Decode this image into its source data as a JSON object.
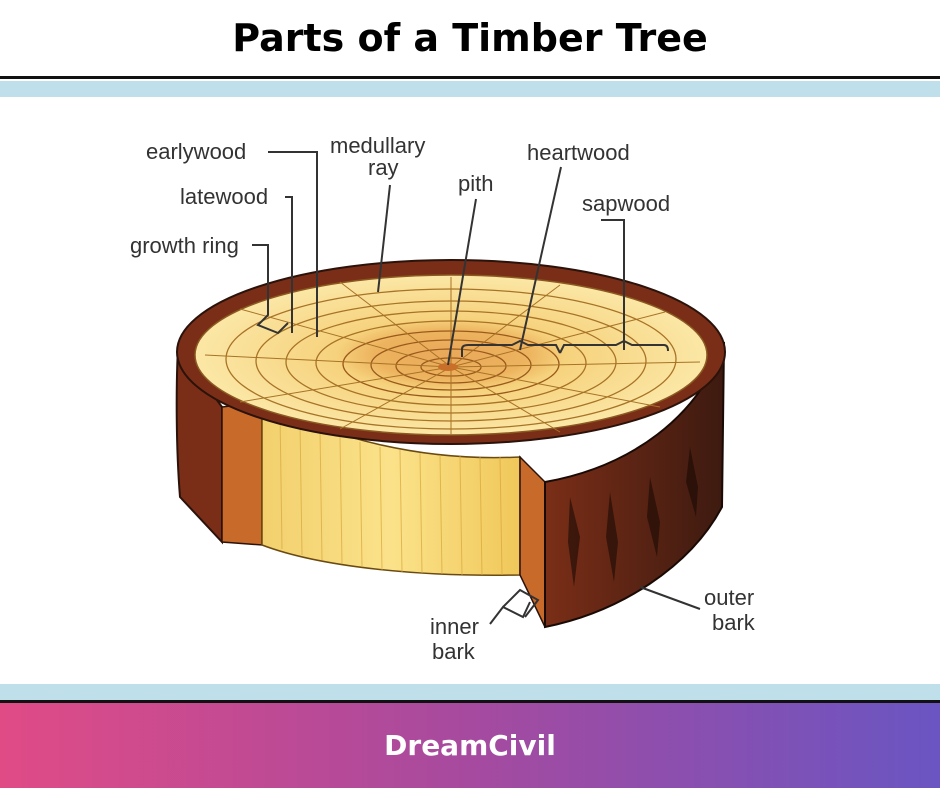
{
  "title": "Parts of a Timber Tree",
  "footer": {
    "brand": "DreamCivil"
  },
  "colors": {
    "band": "#bfe0ea",
    "bark": "#6b2a16",
    "sapwood": "#f4d27a",
    "heartwood": "#e0a14a",
    "footer_start": "#e04b86",
    "footer_end": "#6a55c2"
  },
  "labels": {
    "earlywood": "earlywood",
    "medullary_ray_1": "medullary",
    "medullary_ray_2": "ray",
    "heartwood": "heartwood",
    "latewood": "latewood",
    "pith": "pith",
    "sapwood": "sapwood",
    "growth_ring": "growth ring",
    "inner_bark_1": "inner",
    "inner_bark_2": "bark",
    "outer_bark_1": "outer",
    "outer_bark_2": "bark"
  }
}
